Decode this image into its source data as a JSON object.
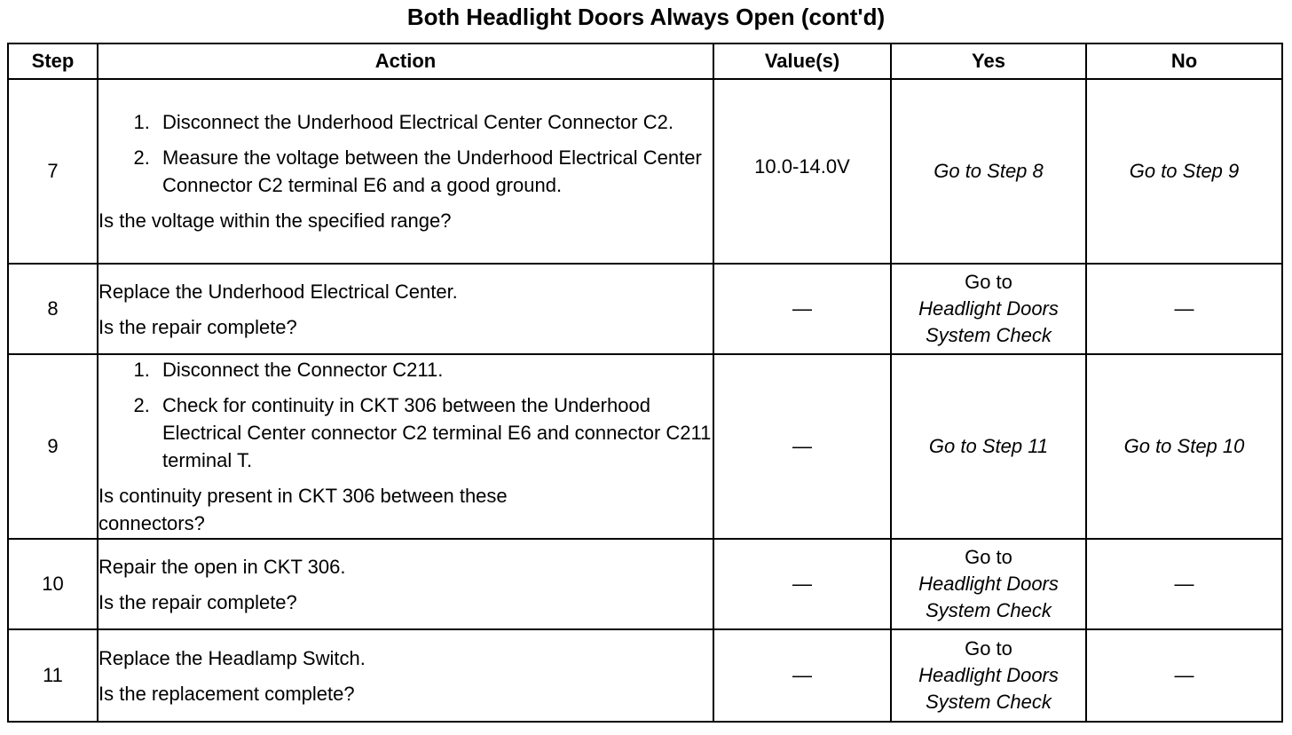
{
  "title": "Both Headlight Doors Always Open (cont'd)",
  "headers": {
    "step": "Step",
    "action": "Action",
    "values": "Value(s)",
    "yes": "Yes",
    "no": "No"
  },
  "rows": [
    {
      "step": "7",
      "items": [
        "Disconnect the Underhood Electrical Center Connector C2.",
        "Measure the voltage between the Underhood Electrical Center Connector C2 terminal E6 and a good ground."
      ],
      "question": "Is the voltage within the specified range?",
      "value": "10.0-14.0V",
      "yes": "Go to Step 8",
      "no": "Go to Step 9"
    },
    {
      "step": "8",
      "lead": "Replace the Underhood Electrical Center.",
      "question": "Is the repair complete?",
      "value": "—",
      "yes_prefix": "Go to",
      "yes_link": "Headlight Doors System Check",
      "no": "—"
    },
    {
      "step": "9",
      "items": [
        "Disconnect the Connector C211.",
        "Check for continuity in CKT 306 between the Underhood Electrical Center connector C2 terminal E6 and connector C211 terminal T."
      ],
      "question": "Is continuity present in CKT 306 between these connectors?",
      "value": "—",
      "yes": "Go to Step 11",
      "no": "Go to Step 10"
    },
    {
      "step": "10",
      "lead": "Repair the open in CKT 306.",
      "question": "Is the repair complete?",
      "value": "—",
      "yes_prefix": "Go to",
      "yes_link": "Headlight Doors System Check",
      "no": "—"
    },
    {
      "step": "11",
      "lead": "Replace the Headlamp Switch.",
      "question": "Is the replacement complete?",
      "value": "—",
      "yes_prefix": "Go to",
      "yes_link": "Headlight Doors System Check",
      "no": "—"
    }
  ]
}
